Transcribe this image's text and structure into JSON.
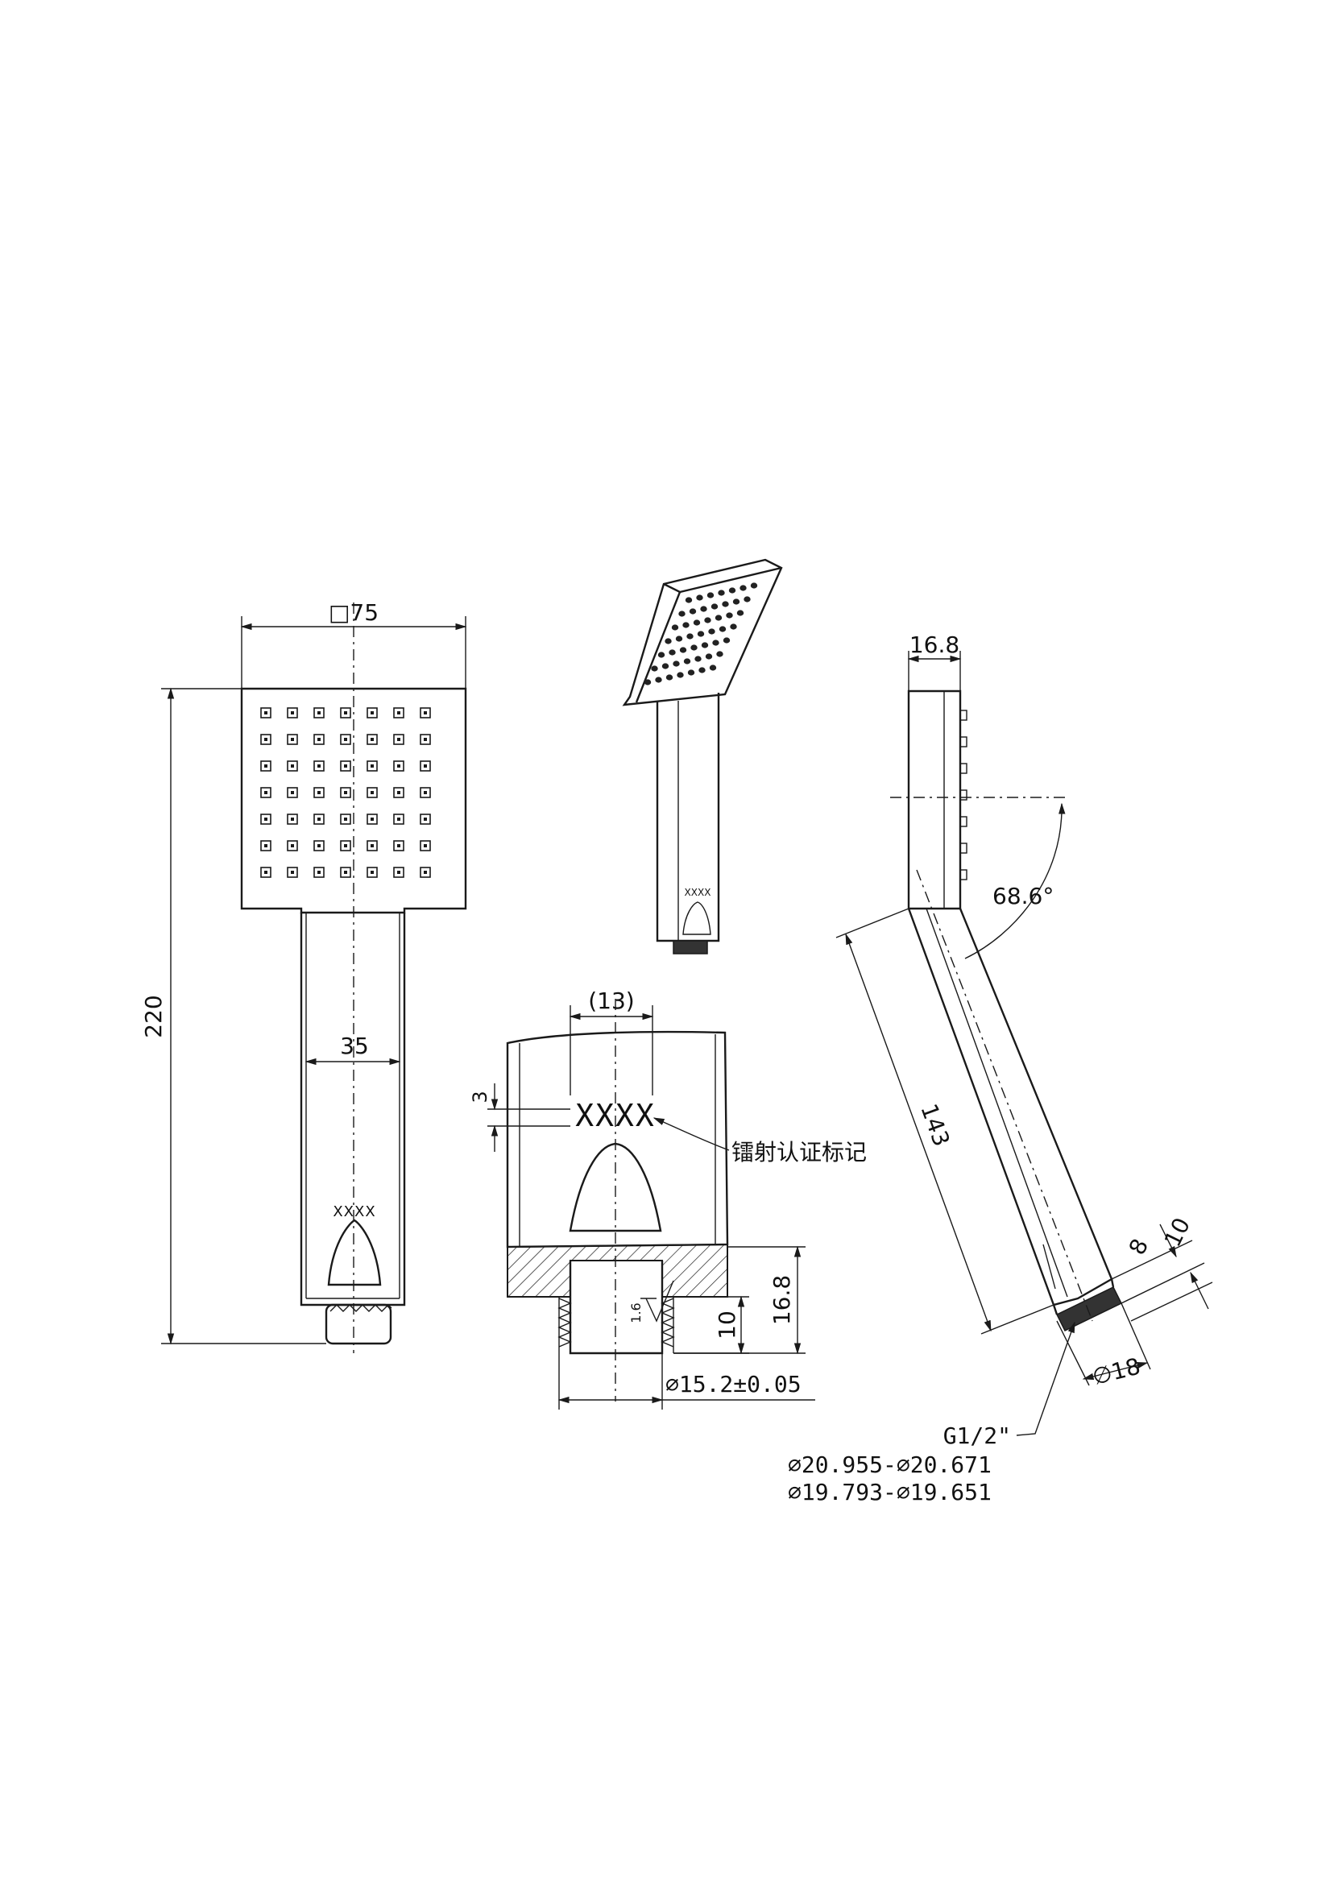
{
  "labels": {
    "square_75": "□75",
    "length_220": "220",
    "width_35": "35",
    "marking_xxxx": "XXXX",
    "dim_13": "(13)",
    "dim_3": "3",
    "laser_mark": "镭射认证标记",
    "roughness": "1.6",
    "dim_10": "10",
    "dim_16_8": "16.8",
    "dia_15_2": "∅15.2±0.05",
    "thickness_16_8": "16.8",
    "angle": "68.6°",
    "length_143": "143",
    "dim_8": "8",
    "dim_10b": "10",
    "dia_18": "∅18",
    "thread": "G1/2\"",
    "thread_d1": "∅20.955-∅20.671",
    "thread_d2": "∅19.793-∅19.651"
  }
}
